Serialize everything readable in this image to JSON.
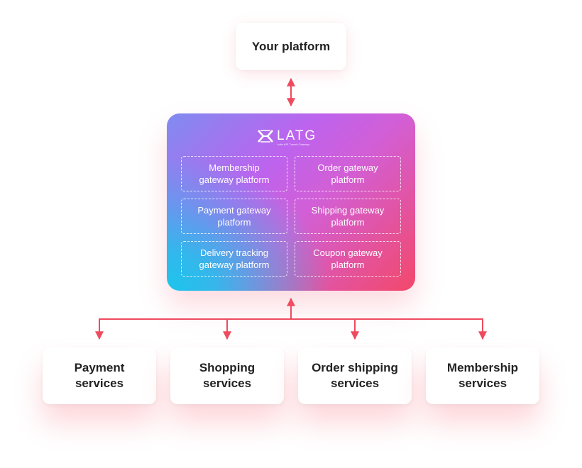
{
  "top_node": {
    "label": "Your platform"
  },
  "gateway": {
    "logo_text": "LATG",
    "logo_subtitle": "Lotte API Transit Gateway",
    "modules": [
      {
        "label": "Membership\ngateway platform"
      },
      {
        "label": "Order gateway\nplatform"
      },
      {
        "label": "Payment gateway\nplatform"
      },
      {
        "label": "Shipping gateway\nplatform"
      },
      {
        "label": "Delivery tracking\ngateway platform"
      },
      {
        "label": "Coupon gateway\nplatform"
      }
    ]
  },
  "services": [
    {
      "label": "Payment\nservices"
    },
    {
      "label": "Shopping\nservices"
    },
    {
      "label": "Order shipping\nservices"
    },
    {
      "label": "Membership\nservices"
    }
  ],
  "colors": {
    "connector": "#ef4b5f",
    "gradient_start": "#1cc5ec",
    "gradient_mid": "#bd63ee",
    "gradient_end": "#f3486a",
    "text": "#222222"
  }
}
